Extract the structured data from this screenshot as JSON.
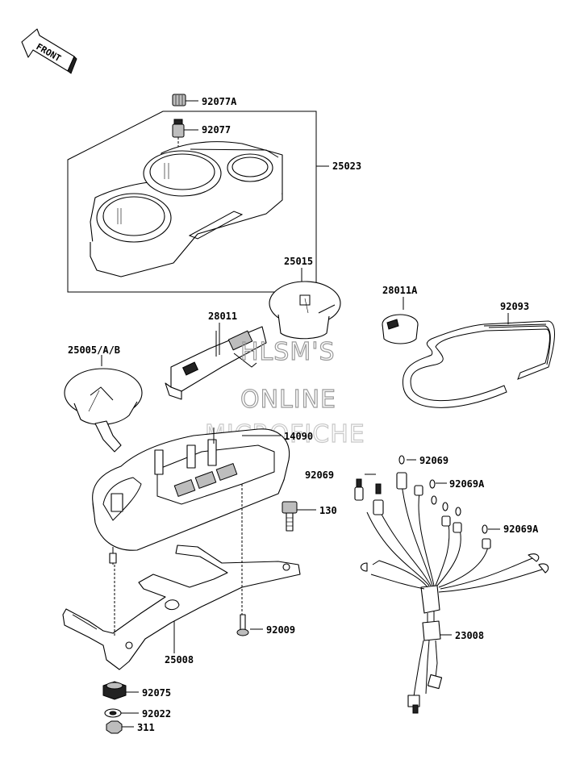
{
  "front_label": "FRONT",
  "watermark": {
    "line1": "HLSM'S",
    "line2": "ONLINE",
    "line3": "MICROFICHE"
  },
  "parts": {
    "p92077A": "92077A",
    "p92077": "92077",
    "p25023": "25023",
    "p25015": "25015",
    "p28011A": "28011A",
    "p92093": "92093",
    "p28011": "28011",
    "p25005": "25005/A/B",
    "p14090": "14090",
    "p92069_top": "92069",
    "p92069_left": "92069",
    "p92069A_1": "92069A",
    "p130": "130",
    "p92069A_2": "92069A",
    "p92009": "92009",
    "p23008": "23008",
    "p25008": "25008",
    "p92075": "92075",
    "p92022": "92022",
    "p311": "311"
  }
}
